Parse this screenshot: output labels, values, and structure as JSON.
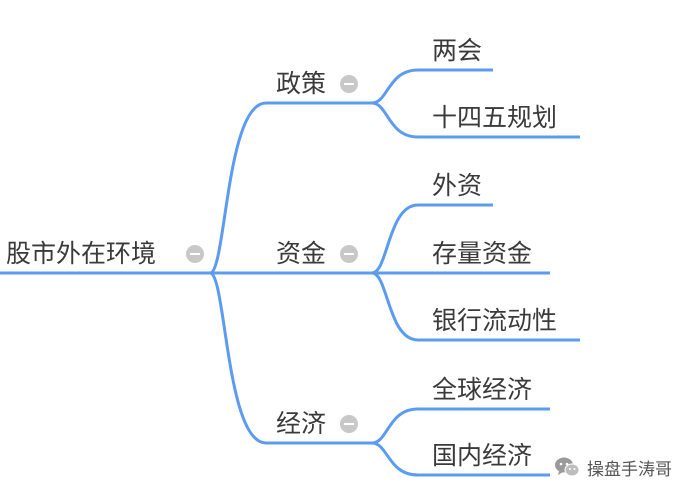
{
  "mindmap": {
    "root": {
      "label": "股市外在环境",
      "collapse_icon": "collapse-minus-icon"
    },
    "branches": [
      {
        "label": "政策",
        "collapse_icon": "collapse-minus-icon",
        "children": [
          "两会",
          "十四五规划"
        ]
      },
      {
        "label": "资金",
        "collapse_icon": "collapse-minus-icon",
        "children": [
          "外资",
          "存量资金",
          "银行流动性"
        ]
      },
      {
        "label": "经济",
        "collapse_icon": "collapse-minus-icon",
        "children": [
          "全球经济",
          "国内经济"
        ]
      }
    ]
  },
  "colors": {
    "line": "#5b9bf2",
    "text": "#3a3a3a",
    "collapse": "#c8c8c8"
  },
  "watermark": {
    "text": "操盘手涛哥",
    "icon": "wechat-icon"
  }
}
